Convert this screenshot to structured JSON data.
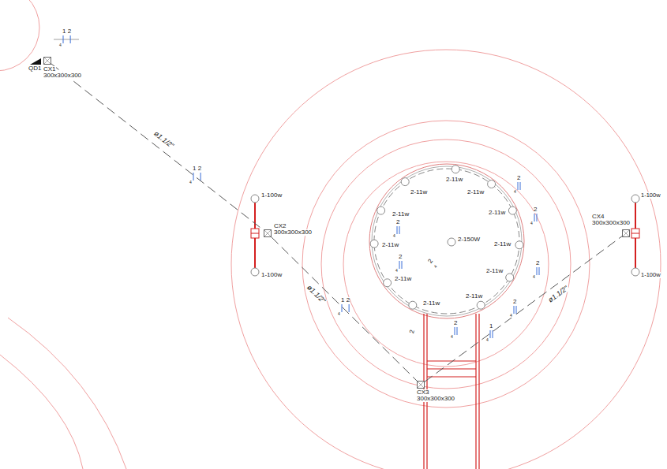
{
  "diagram": {
    "nodes": [
      {
        "text": [
          "QD1"
        ]
      },
      {
        "text": [
          "CX1",
          "300x300x300"
        ]
      },
      {
        "text": [
          "CX2",
          "300x300x300"
        ]
      },
      {
        "text": [
          "CX3",
          "300x300x300"
        ]
      },
      {
        "text": [
          "CX4",
          "300x300x300"
        ]
      }
    ],
    "edges": [
      {
        "from": 1,
        "to": 2,
        "arrow": "none",
        "label": "ø1.1/2\""
      },
      {
        "from": 2,
        "to": 3,
        "arrow": "none",
        "label": "ø1.1/2\""
      },
      {
        "from": 3,
        "to": 4,
        "arrow": "none",
        "label": "ø1.1/2\""
      }
    ],
    "labels": [
      "1 2",
      "4",
      "1 2",
      "4",
      "1-100w",
      "1-100w",
      "1 2",
      "4",
      "1",
      "4",
      "1-100w",
      "1-100w",
      "2-11w",
      "2-11w",
      "2-11w",
      "2-11w",
      "2-11w",
      "2-11w",
      "2-11w",
      "2-11w",
      "2-11w",
      "2-11w",
      "2-11w",
      "2-150W",
      "2",
      "4",
      "2",
      "4",
      "2",
      "4",
      "2",
      "4",
      "2",
      "4",
      "2",
      "4",
      "2",
      "4",
      "2",
      "4",
      "2"
    ]
  }
}
